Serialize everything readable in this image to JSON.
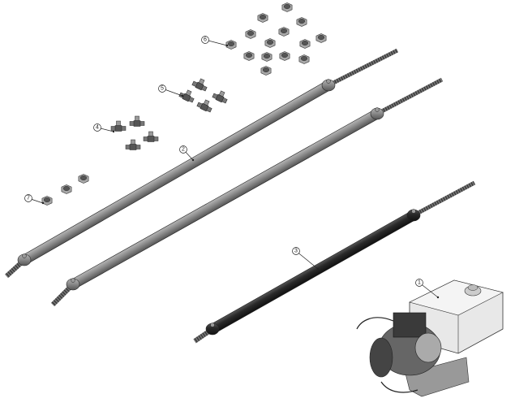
{
  "diagram": {
    "type": "exploded-parts-view",
    "callouts": [
      {
        "id": "1",
        "label": "1",
        "part": "power-unit"
      },
      {
        "id": "2",
        "label": "2",
        "part": "cylinder-gray"
      },
      {
        "id": "3",
        "label": "3",
        "part": "cylinder-black"
      },
      {
        "id": "4",
        "label": "4",
        "part": "elbow-fittings"
      },
      {
        "id": "5",
        "label": "5",
        "part": "tee-fittings"
      },
      {
        "id": "6",
        "label": "6",
        "part": "nuts-large"
      },
      {
        "id": "7",
        "label": "7",
        "part": "nuts-small"
      }
    ],
    "colors": {
      "gray_cylinder": "#8a8a8a",
      "black_cylinder": "#2b2b2b",
      "tank": "#e6e6e6",
      "rod": "#6f6f6f"
    }
  }
}
